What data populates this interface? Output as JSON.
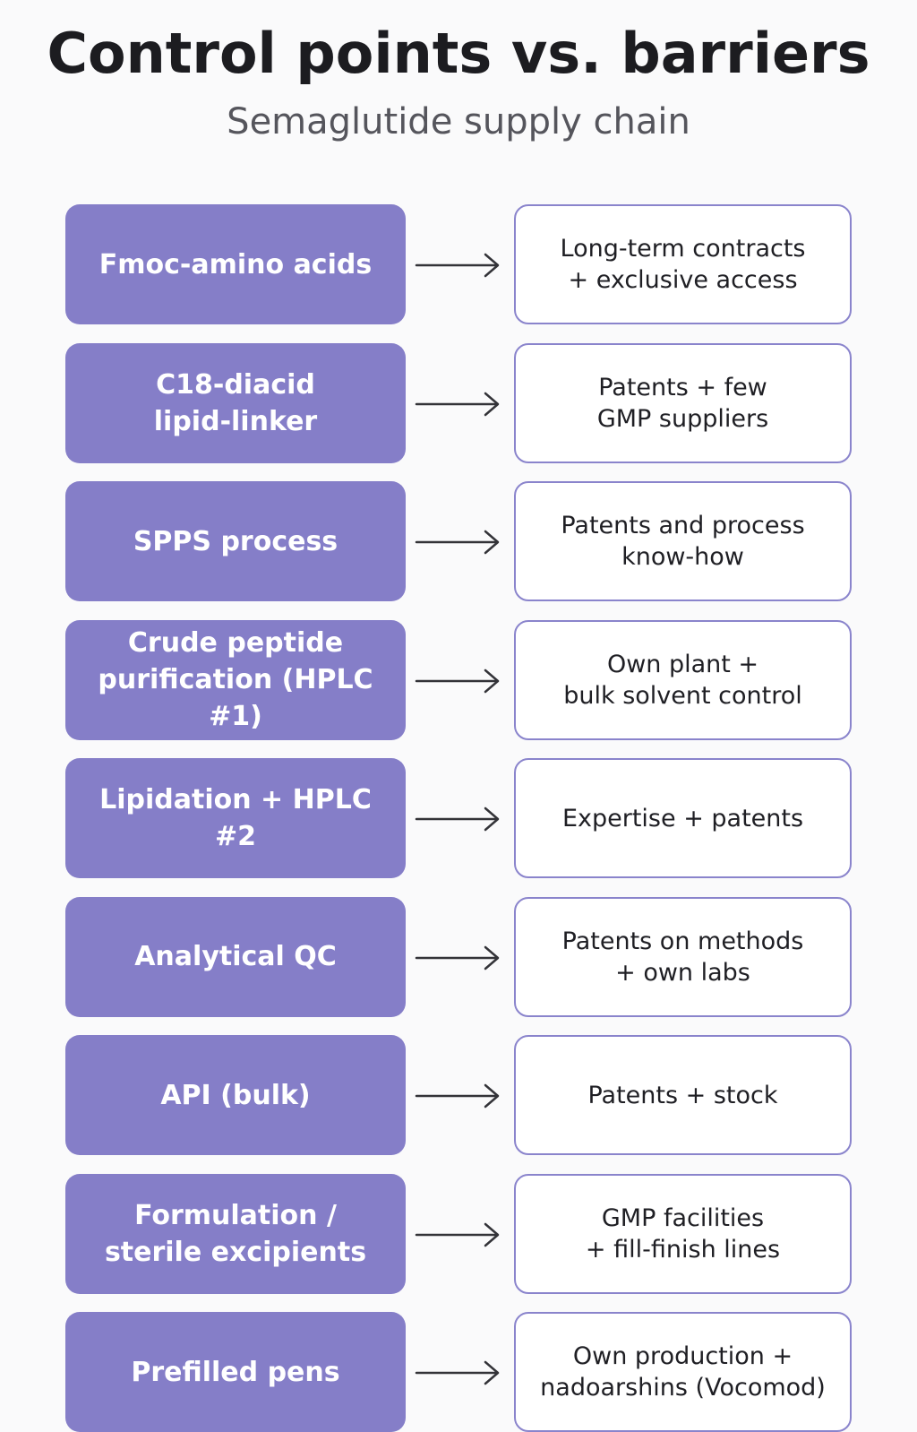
{
  "header": {
    "title": "Control points vs. barriers",
    "subtitle": "Semaglutide supply chain"
  },
  "colors": {
    "control_fill": "#857ec8",
    "barrier_border": "#8a84cc",
    "arrow": "#333338"
  },
  "rows": [
    {
      "control": "Fmoc-amino acids",
      "barrier": "Long-term contracts\n+ exclusive access"
    },
    {
      "control": "C18-diacid\nlipid-linker",
      "barrier": "Patents + few\nGMP suppliers"
    },
    {
      "control": "SPPS process",
      "barrier": "Patents and process\nknow-how"
    },
    {
      "control": "Crude peptide\npurification (HPLC #1)",
      "barrier": "Own plant +\nbulk solvent control"
    },
    {
      "control": "Lipidation + HPLC #2",
      "barrier": "Expertise + patents"
    },
    {
      "control": "Analytical QC",
      "barrier": "Patents on methods\n+ own labs"
    },
    {
      "control": "API (bulk)",
      "barrier": "Patents + stock"
    },
    {
      "control": "Formulation /\nsterile excipients",
      "barrier": "GMP facilities\n+ fill-finish lines"
    },
    {
      "control": "Prefilled pens",
      "barrier": "Own production +\nnadoarshins (Vocomod)"
    }
  ]
}
